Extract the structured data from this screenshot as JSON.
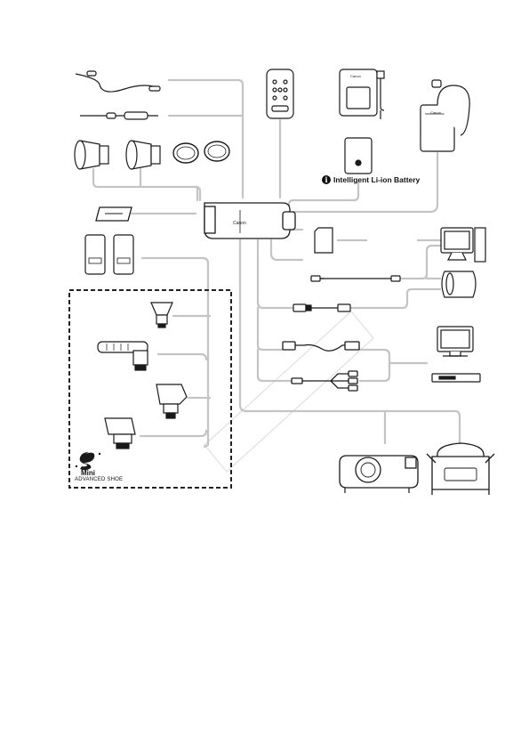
{
  "battery_label": "Intelligent Li-ion Battery",
  "battery_icon": "info-icon",
  "mini_shoe_word": "Mini",
  "mini_shoe_subtitle": "ADVANCED SHOE",
  "brand_text": "Canon",
  "colors": {
    "line": "#c4c4c4",
    "ink": "#1a1a1a",
    "box_border": "#222222"
  }
}
